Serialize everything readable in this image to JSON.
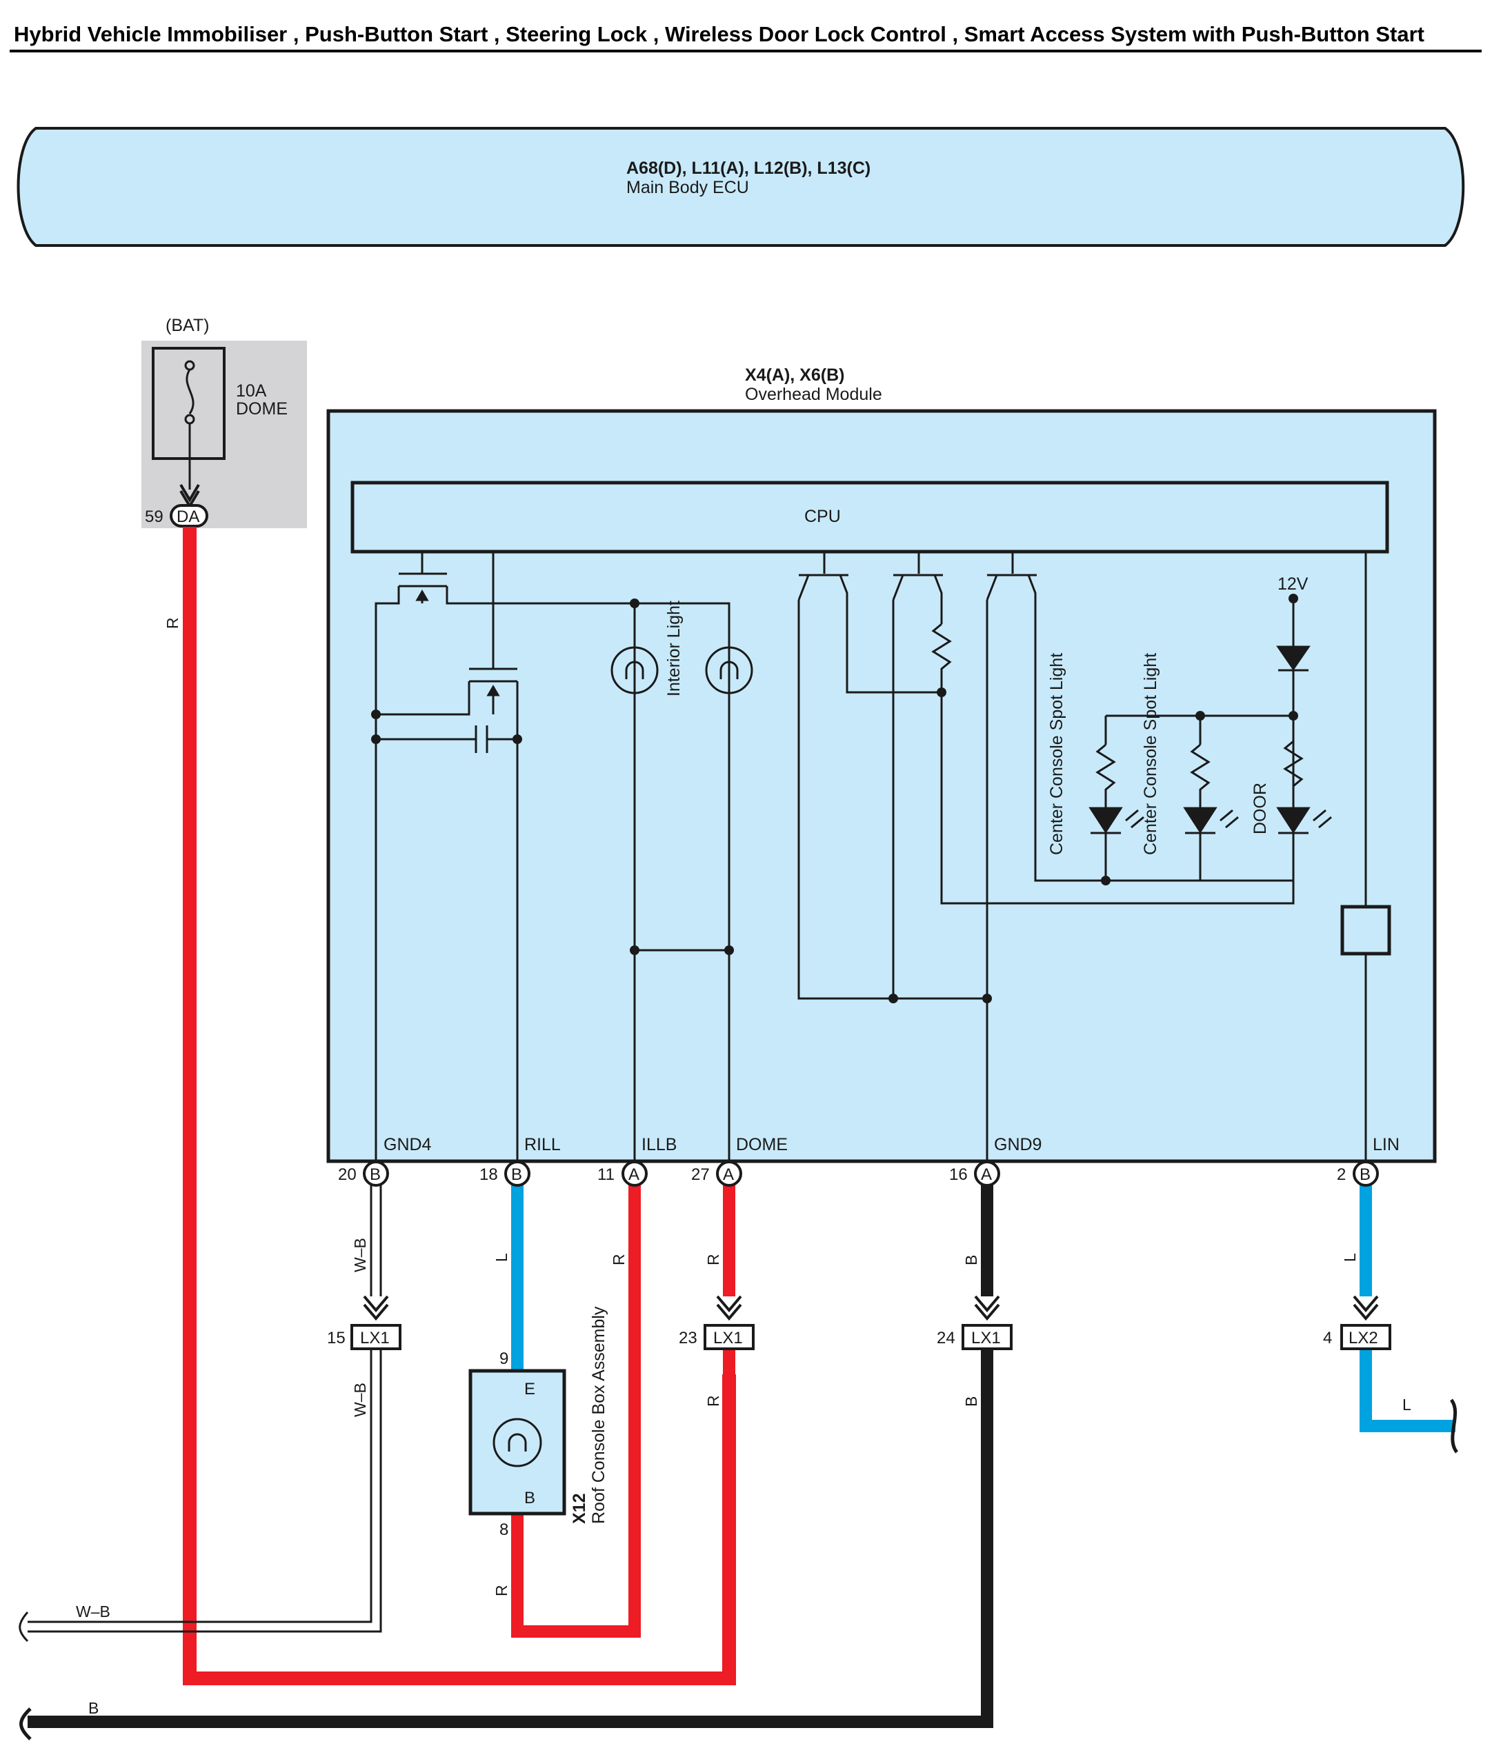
{
  "title": "Hybrid Vehicle Immobiliser , Push-Button Start , Steering Lock , Wireless Door Lock Control , Smart Access System with Push-Button Start",
  "colors": {
    "ecu_fill": "#c8e9f9",
    "fuse_bg": "#d4d4d6",
    "wire_red": "#ee1c24",
    "wire_blue": "#00a2e0",
    "wire_black": "#1a1a1a",
    "wire_white_black": "#ffffff"
  },
  "main_ecu": {
    "connectors": "A68(D), L11(A), L12(B), L13(C)",
    "name": "Main Body ECU"
  },
  "fuse": {
    "source": "(BAT)",
    "rating": "10A",
    "name": "DOME",
    "pin_number": "59",
    "pin_code": "DA",
    "wire_color": "R",
    "icon": "fuse-icon"
  },
  "overhead_module": {
    "connectors": "X4(A), X6(B)",
    "name": "Overhead Module",
    "cpu_label": "CPU",
    "interior_light_label": "Interior Light",
    "supply_label": "12V",
    "spot_light_1": "Center Console Spot Light",
    "spot_light_2": "Center Console Spot Light",
    "door_label": "DOOR",
    "terminals": [
      {
        "name": "GND4",
        "pin": "20",
        "code": "B",
        "wire": "W–B",
        "junction_pin": "15",
        "junction": "LX1",
        "wire_after": "W–B"
      },
      {
        "name": "RILL",
        "pin": "18",
        "code": "B",
        "wire": "L"
      },
      {
        "name": "ILLB",
        "pin": "11",
        "code": "A",
        "wire": "R"
      },
      {
        "name": "DOME",
        "pin": "27",
        "code": "A",
        "wire": "R",
        "junction_pin": "23",
        "junction": "LX1",
        "wire_after": "R"
      },
      {
        "name": "GND9",
        "pin": "16",
        "code": "A",
        "wire": "B",
        "junction_pin": "24",
        "junction": "LX1",
        "wire_after": "B"
      },
      {
        "name": "LIN",
        "pin": "2",
        "code": "B",
        "wire": "L",
        "junction_pin": "4",
        "junction": "LX2",
        "wire_after": "L"
      }
    ]
  },
  "roof_console": {
    "code": "X12",
    "name": "Roof Console Box Assembly",
    "pin_top": "9",
    "pin_top_code": "E",
    "pin_bottom": "8",
    "pin_bottom_code": "B",
    "wire_bottom": "R",
    "icon": "lamp-icon"
  },
  "ground_lines": {
    "white_black": "W–B",
    "black": "B"
  }
}
